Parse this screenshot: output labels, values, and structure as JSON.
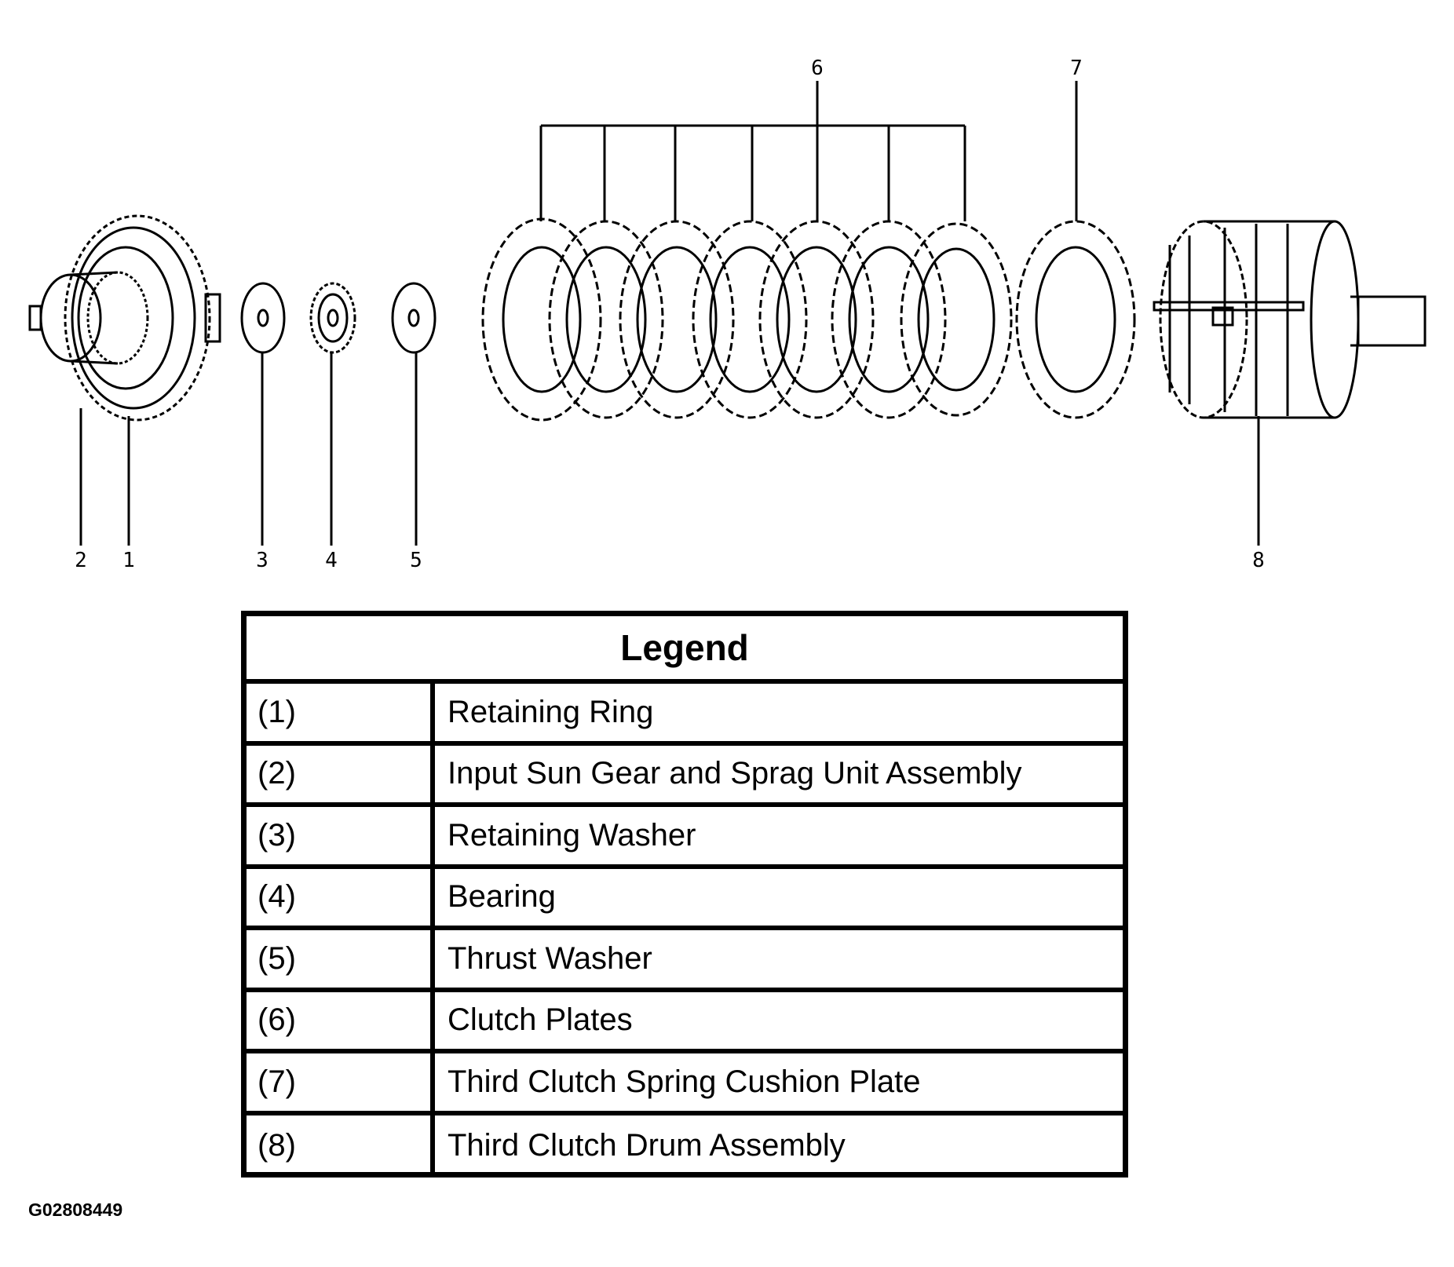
{
  "diagram": {
    "callouts": [
      "1",
      "2",
      "3",
      "4",
      "5",
      "6",
      "7",
      "8"
    ]
  },
  "legend": {
    "title": "Legend",
    "rows": [
      {
        "num": "(1)",
        "desc": "Retaining Ring"
      },
      {
        "num": "(2)",
        "desc": "Input Sun Gear and Sprag Unit Assembly"
      },
      {
        "num": "(3)",
        "desc": "Retaining Washer"
      },
      {
        "num": "(4)",
        "desc": "Bearing"
      },
      {
        "num": "(5)",
        "desc": "Thrust Washer"
      },
      {
        "num": "(6)",
        "desc": "Clutch Plates"
      },
      {
        "num": "(7)",
        "desc": "Third Clutch Spring Cushion Plate"
      },
      {
        "num": "(8)",
        "desc": "Third Clutch Drum Assembly"
      }
    ]
  },
  "figure_id": "G02808449"
}
